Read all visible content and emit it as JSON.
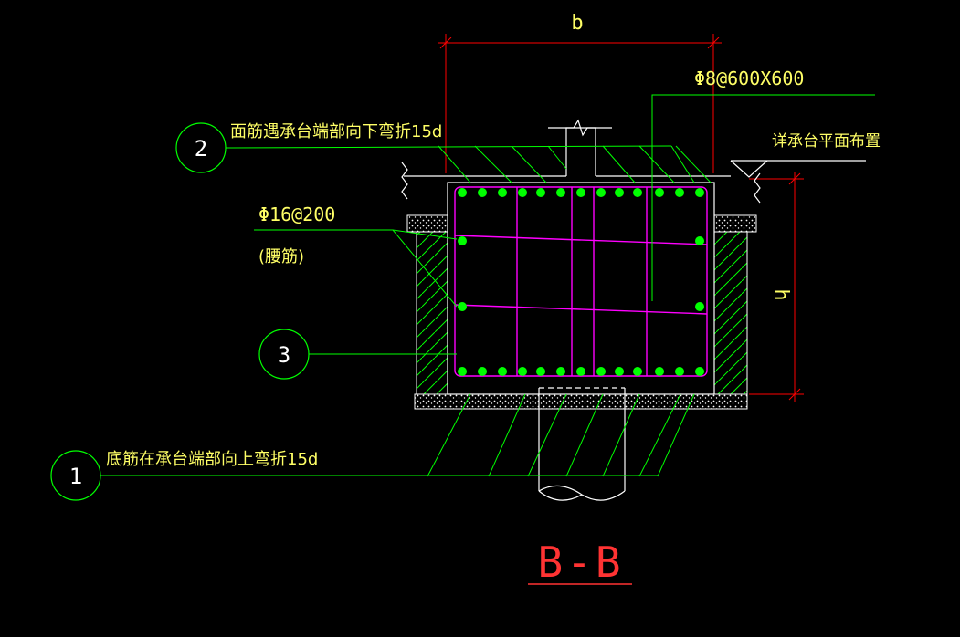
{
  "drawing": {
    "section_title": "B-B",
    "dim_width_label": "b",
    "dim_height_label": "h",
    "stirrup_spec": "Φ8@600X600",
    "cap_note": "详承台平面布置",
    "waist_bar_spec": "Φ16@200",
    "waist_bar_name": "(腰筋)",
    "callouts": [
      {
        "number": "2",
        "text": "面筋遇承台端部向下弯折15d"
      },
      {
        "number": "3",
        "text": ""
      },
      {
        "number": "1",
        "text": "底筋在承台端部向上弯折15d"
      }
    ]
  },
  "colors": {
    "background": "#000000",
    "leader": "#00ff00",
    "concrete": "#00ff00",
    "stirrup": "#ff00ff",
    "rebar_dot": "#00ff00",
    "dimension": "#ff0000",
    "text": "#ffff66",
    "title": "#ff3333",
    "outline": "#ffffff"
  }
}
